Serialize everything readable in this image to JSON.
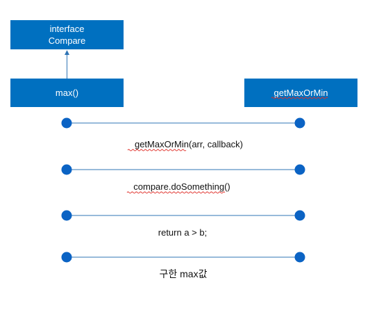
{
  "colors": {
    "box_fill": "#0070c0",
    "line": "#2f74b5",
    "dot": "#0b63c4",
    "text": "#111111",
    "spellcheck": "#e0302a"
  },
  "boxes": {
    "interface_line1": "interface",
    "interface_line2": "Compare",
    "max": "max()",
    "getmaxormin": "getMaxOrMin"
  },
  "messages": {
    "call": "getMaxOrMin(arr, callback)",
    "callback": "compare.doSomething()",
    "return_value": "return a > b;",
    "result": "구한 max값"
  }
}
